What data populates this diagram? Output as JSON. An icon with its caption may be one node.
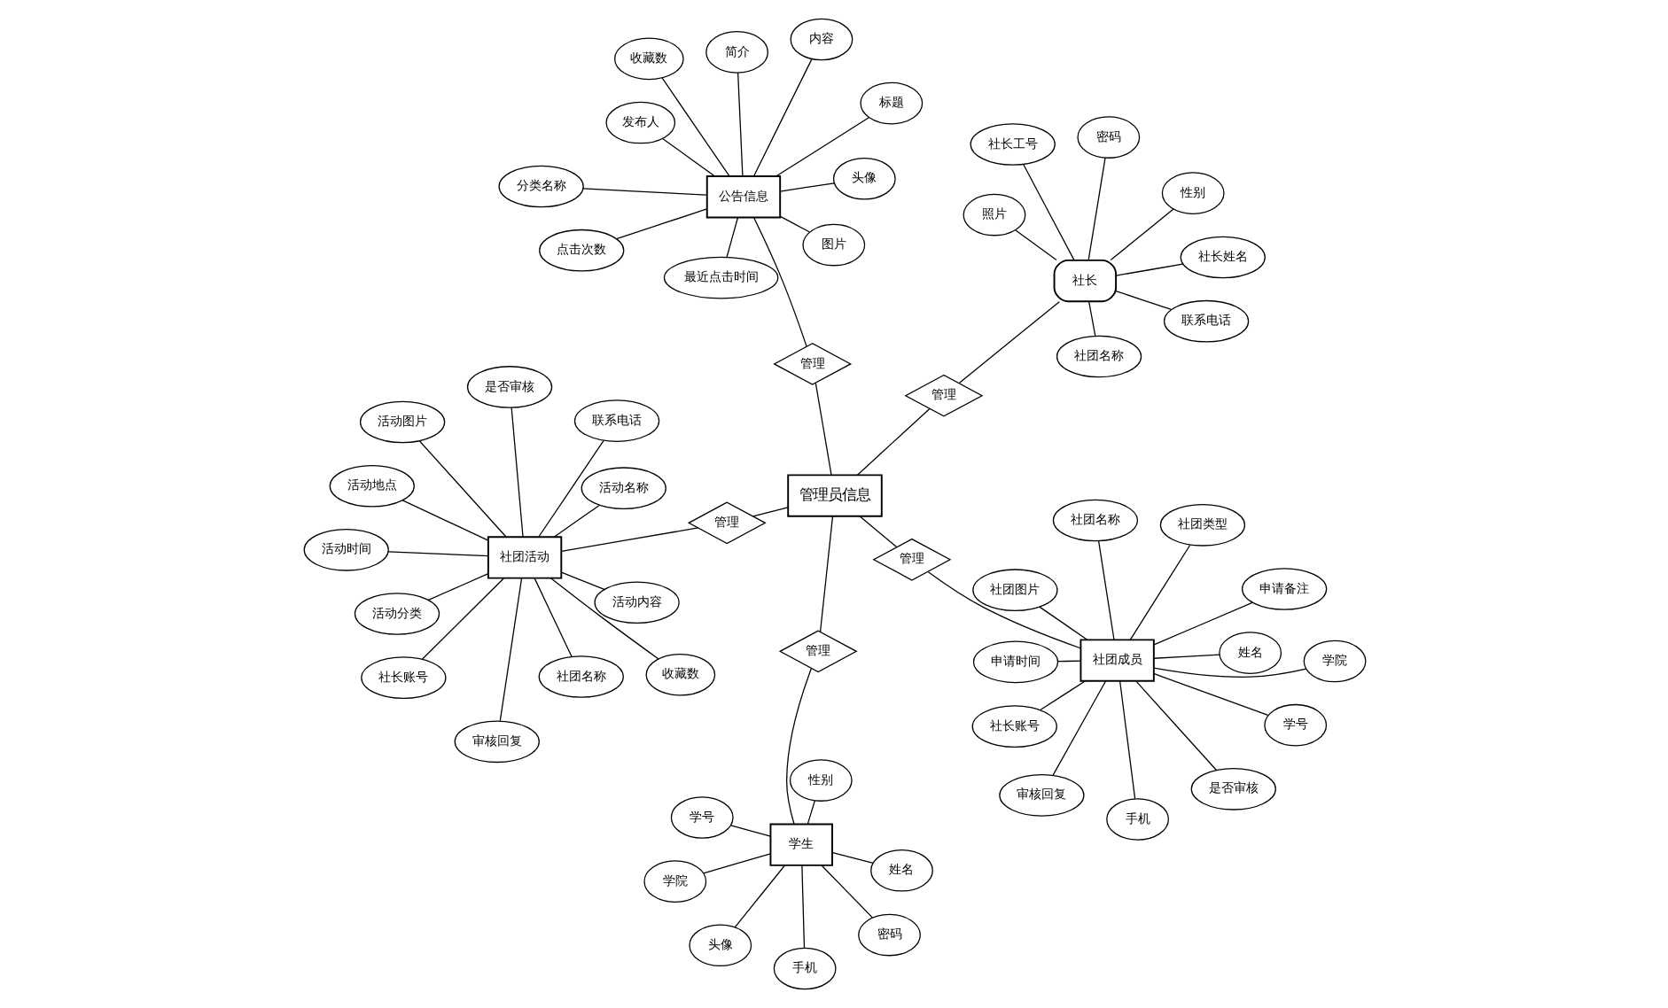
{
  "diagram": {
    "nodes": [
      {
        "text": [
          "管理员信息"
        ]
      },
      {
        "text": [
          "管理"
        ]
      },
      {
        "text": [
          "社长"
        ]
      },
      {
        "text": [
          "社长姓名"
        ]
      },
      {
        "text": [
          "性别"
        ]
      },
      {
        "text": [
          "照片"
        ]
      },
      {
        "text": [
          "密码"
        ]
      },
      {
        "text": [
          "社团名称"
        ]
      },
      {
        "text": [
          "社长工号"
        ]
      },
      {
        "text": [
          "联系电话"
        ]
      },
      {
        "text": [
          "管理"
        ]
      },
      {
        "text": [
          "学生"
        ]
      },
      {
        "text": [
          "学号"
        ]
      },
      {
        "text": [
          "密码"
        ]
      },
      {
        "text": [
          "姓名"
        ]
      },
      {
        "text": [
          "手机"
        ]
      },
      {
        "text": [
          "性别"
        ]
      },
      {
        "text": [
          "学院"
        ]
      },
      {
        "text": [
          "头像"
        ]
      },
      {
        "text": [
          "管理"
        ]
      },
      {
        "text": [
          "公告信息"
        ]
      },
      {
        "text": [
          "发布人"
        ]
      },
      {
        "text": [
          "分类名称"
        ]
      },
      {
        "text": [
          "简介"
        ]
      },
      {
        "text": [
          "头像"
        ]
      },
      {
        "text": [
          "标题"
        ]
      },
      {
        "text": [
          "点击次数"
        ]
      },
      {
        "text": [
          "最近点击时间"
        ]
      },
      {
        "text": [
          "内容"
        ]
      },
      {
        "text": [
          "收藏数"
        ]
      },
      {
        "text": [
          "图片"
        ]
      },
      {
        "text": [
          "管理"
        ]
      },
      {
        "text": [
          "社团活动"
        ]
      },
      {
        "text": [
          "活动分类"
        ]
      },
      {
        "text": [
          "活动图片"
        ]
      },
      {
        "text": [
          "活动地点"
        ]
      },
      {
        "text": [
          "活动时间"
        ]
      },
      {
        "text": [
          "活动名称"
        ]
      },
      {
        "text": [
          "活动内容"
        ]
      },
      {
        "text": [
          "社长账号"
        ]
      },
      {
        "text": [
          "社团名称"
        ]
      },
      {
        "text": [
          "收藏数"
        ]
      },
      {
        "text": [
          "审核回复"
        ]
      },
      {
        "text": [
          "是否审核"
        ]
      },
      {
        "text": [
          "联系电话"
        ]
      },
      {
        "text": [
          "管理"
        ]
      },
      {
        "text": [
          "社团成员"
        ]
      },
      {
        "text": [
          "社团名称"
        ]
      },
      {
        "text": [
          "审核回复"
        ]
      },
      {
        "text": [
          "是否审核"
        ]
      },
      {
        "text": [
          "社团类型"
        ]
      },
      {
        "text": [
          "手机"
        ]
      },
      {
        "text": [
          "社团图片"
        ]
      },
      {
        "text": [
          "学院"
        ]
      },
      {
        "text": [
          "社长账号"
        ]
      },
      {
        "text": [
          "姓名"
        ]
      },
      {
        "text": [
          "申请时间"
        ]
      },
      {
        "text": [
          "申请备注"
        ]
      },
      {
        "text": [
          "学号"
        ]
      }
    ],
    "edges": [
      {
        "from": 0,
        "to": 1,
        "arrow": "none"
      },
      {
        "from": 1,
        "to": 2,
        "arrow": "none"
      },
      {
        "from": 2,
        "to": 3,
        "arrow": "none"
      },
      {
        "from": 2,
        "to": 4,
        "arrow": "none"
      },
      {
        "from": 2,
        "to": 5,
        "arrow": "none"
      },
      {
        "from": 2,
        "to": 6,
        "arrow": "none"
      },
      {
        "from": 2,
        "to": 7,
        "arrow": "none"
      },
      {
        "from": 2,
        "to": 8,
        "arrow": "none"
      },
      {
        "from": 2,
        "to": 9,
        "arrow": "none"
      },
      {
        "from": 0,
        "to": 10,
        "arrow": "none"
      },
      {
        "from": 10,
        "to": 11,
        "arrow": "none"
      },
      {
        "from": 11,
        "to": 12,
        "arrow": "none"
      },
      {
        "from": 11,
        "to": 13,
        "arrow": "none"
      },
      {
        "from": 11,
        "to": 14,
        "arrow": "none"
      },
      {
        "from": 11,
        "to": 15,
        "arrow": "none"
      },
      {
        "from": 11,
        "to": 16,
        "arrow": "none"
      },
      {
        "from": 11,
        "to": 17,
        "arrow": "none"
      },
      {
        "from": 11,
        "to": 18,
        "arrow": "none"
      },
      {
        "from": 0,
        "to": 19,
        "arrow": "none"
      },
      {
        "from": 19,
        "to": 20,
        "arrow": "none"
      },
      {
        "from": 20,
        "to": 21,
        "arrow": "none"
      },
      {
        "from": 20,
        "to": 22,
        "arrow": "none"
      },
      {
        "from": 20,
        "to": 23,
        "arrow": "none"
      },
      {
        "from": 20,
        "to": 24,
        "arrow": "none"
      },
      {
        "from": 20,
        "to": 25,
        "arrow": "none"
      },
      {
        "from": 20,
        "to": 26,
        "arrow": "none"
      },
      {
        "from": 20,
        "to": 27,
        "arrow": "none"
      },
      {
        "from": 20,
        "to": 28,
        "arrow": "none"
      },
      {
        "from": 20,
        "to": 29,
        "arrow": "none"
      },
      {
        "from": 20,
        "to": 30,
        "arrow": "none"
      },
      {
        "from": 0,
        "to": 31,
        "arrow": "none"
      },
      {
        "from": 31,
        "to": 32,
        "arrow": "none"
      },
      {
        "from": 32,
        "to": 33,
        "arrow": "none"
      },
      {
        "from": 32,
        "to": 34,
        "arrow": "none"
      },
      {
        "from": 32,
        "to": 35,
        "arrow": "none"
      },
      {
        "from": 32,
        "to": 36,
        "arrow": "none"
      },
      {
        "from": 32,
        "to": 37,
        "arrow": "none"
      },
      {
        "from": 32,
        "to": 38,
        "arrow": "none"
      },
      {
        "from": 32,
        "to": 39,
        "arrow": "none"
      },
      {
        "from": 32,
        "to": 40,
        "arrow": "none"
      },
      {
        "from": 32,
        "to": 41,
        "arrow": "none"
      },
      {
        "from": 32,
        "to": 42,
        "arrow": "none"
      },
      {
        "from": 32,
        "to": 43,
        "arrow": "none"
      },
      {
        "from": 32,
        "to": 44,
        "arrow": "none"
      },
      {
        "from": 0,
        "to": 45,
        "arrow": "none"
      },
      {
        "from": 45,
        "to": 46,
        "arrow": "none"
      },
      {
        "from": 46,
        "to": 47,
        "arrow": "none"
      },
      {
        "from": 46,
        "to": 48,
        "arrow": "none"
      },
      {
        "from": 46,
        "to": 49,
        "arrow": "none"
      },
      {
        "from": 46,
        "to": 50,
        "arrow": "none"
      },
      {
        "from": 46,
        "to": 51,
        "arrow": "none"
      },
      {
        "from": 46,
        "to": 52,
        "arrow": "none"
      },
      {
        "from": 46,
        "to": 53,
        "arrow": "none"
      },
      {
        "from": 46,
        "to": 54,
        "arrow": "none"
      },
      {
        "from": 46,
        "to": 55,
        "arrow": "none"
      },
      {
        "from": 46,
        "to": 56,
        "arrow": "none"
      },
      {
        "from": 46,
        "to": 57,
        "arrow": "none"
      },
      {
        "from": 46,
        "to": 58,
        "arrow": "none"
      }
    ]
  }
}
